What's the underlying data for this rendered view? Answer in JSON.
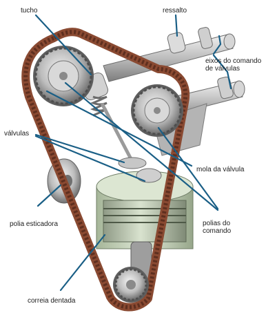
{
  "labels": {
    "tucho": "tucho",
    "ressalto": "ressalto",
    "eixos_comando_line1": "eixos do comando",
    "eixos_comando_line2": "de válvulas",
    "valvulas": "válvulas",
    "mola_valvula": "mola da válvula",
    "polia_esticadora": "polia esticadora",
    "polias_comando_line1": "polias do",
    "polias_comando_line2": "comando",
    "correia_dentada": "correia dentada"
  },
  "colors": {
    "leader_line": "#1a5f86",
    "belt": "#8a4a32",
    "belt_teeth": "#5e2f1f",
    "metal_light": "#e6e6e6",
    "metal_mid": "#b9b9b9",
    "metal_dark": "#7a7a7a",
    "piston_green": "#b7c7a8",
    "background": "#ffffff"
  }
}
